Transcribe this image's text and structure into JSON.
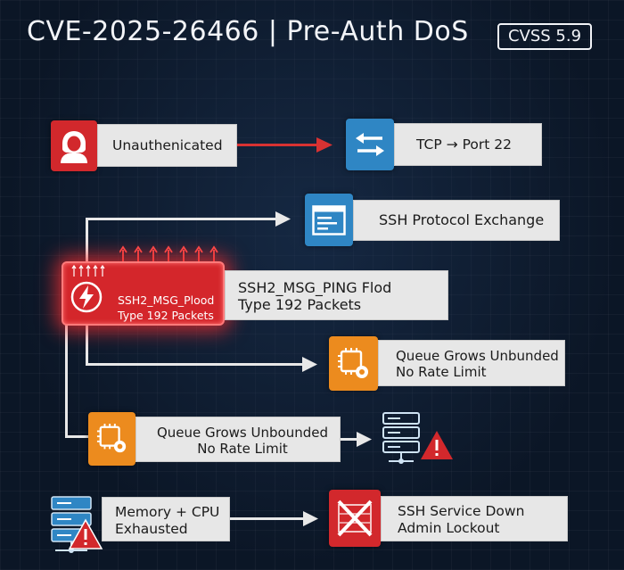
{
  "header": {
    "title": "CVE-2025-26466 | Pre-Auth DoS",
    "cvss_badge": "CVSS 5.9"
  },
  "nodes": {
    "unauthenticated": {
      "line1": "Unauthenicated",
      "icon": "hooded-attacker-icon",
      "color": "#d2282c"
    },
    "tcp": {
      "line1": "TCP → Port 22",
      "icon": "transfer-arrows-icon",
      "color": "#2f86c4"
    },
    "ssh_exchange": {
      "line1": "SSH Protocol Exchange",
      "icon": "terminal-window-icon",
      "color": "#2f86c4"
    },
    "flood_block": {
      "line1": "SSH2_MSG_Plood",
      "line2": "Type 192 Packets",
      "icon": "lightning-icon",
      "color": "#d4262b"
    },
    "ping_flood": {
      "line1": "SSH2_MSG_PING Flod",
      "line2": "Type 192 Packets"
    },
    "queue_right": {
      "line1": "Queue Grows Unbunded",
      "line2": "No Rate Limit",
      "icon": "chip-gear-icon",
      "color": "#ec8b1e"
    },
    "queue_left": {
      "line1": "Queue Grows Unbounded",
      "line2": "No Rate Limit",
      "icon": "chip-gear-icon",
      "color": "#ec8b1e"
    },
    "memory": {
      "line1": "Memory + CPU",
      "line2": "Exhausted",
      "icon": "server-warning-icon"
    },
    "service_down": {
      "line1": "SSH Service Down",
      "line2": "Admin Lockout",
      "icon": "server-crossed-icon",
      "color": "#d2282c"
    }
  }
}
